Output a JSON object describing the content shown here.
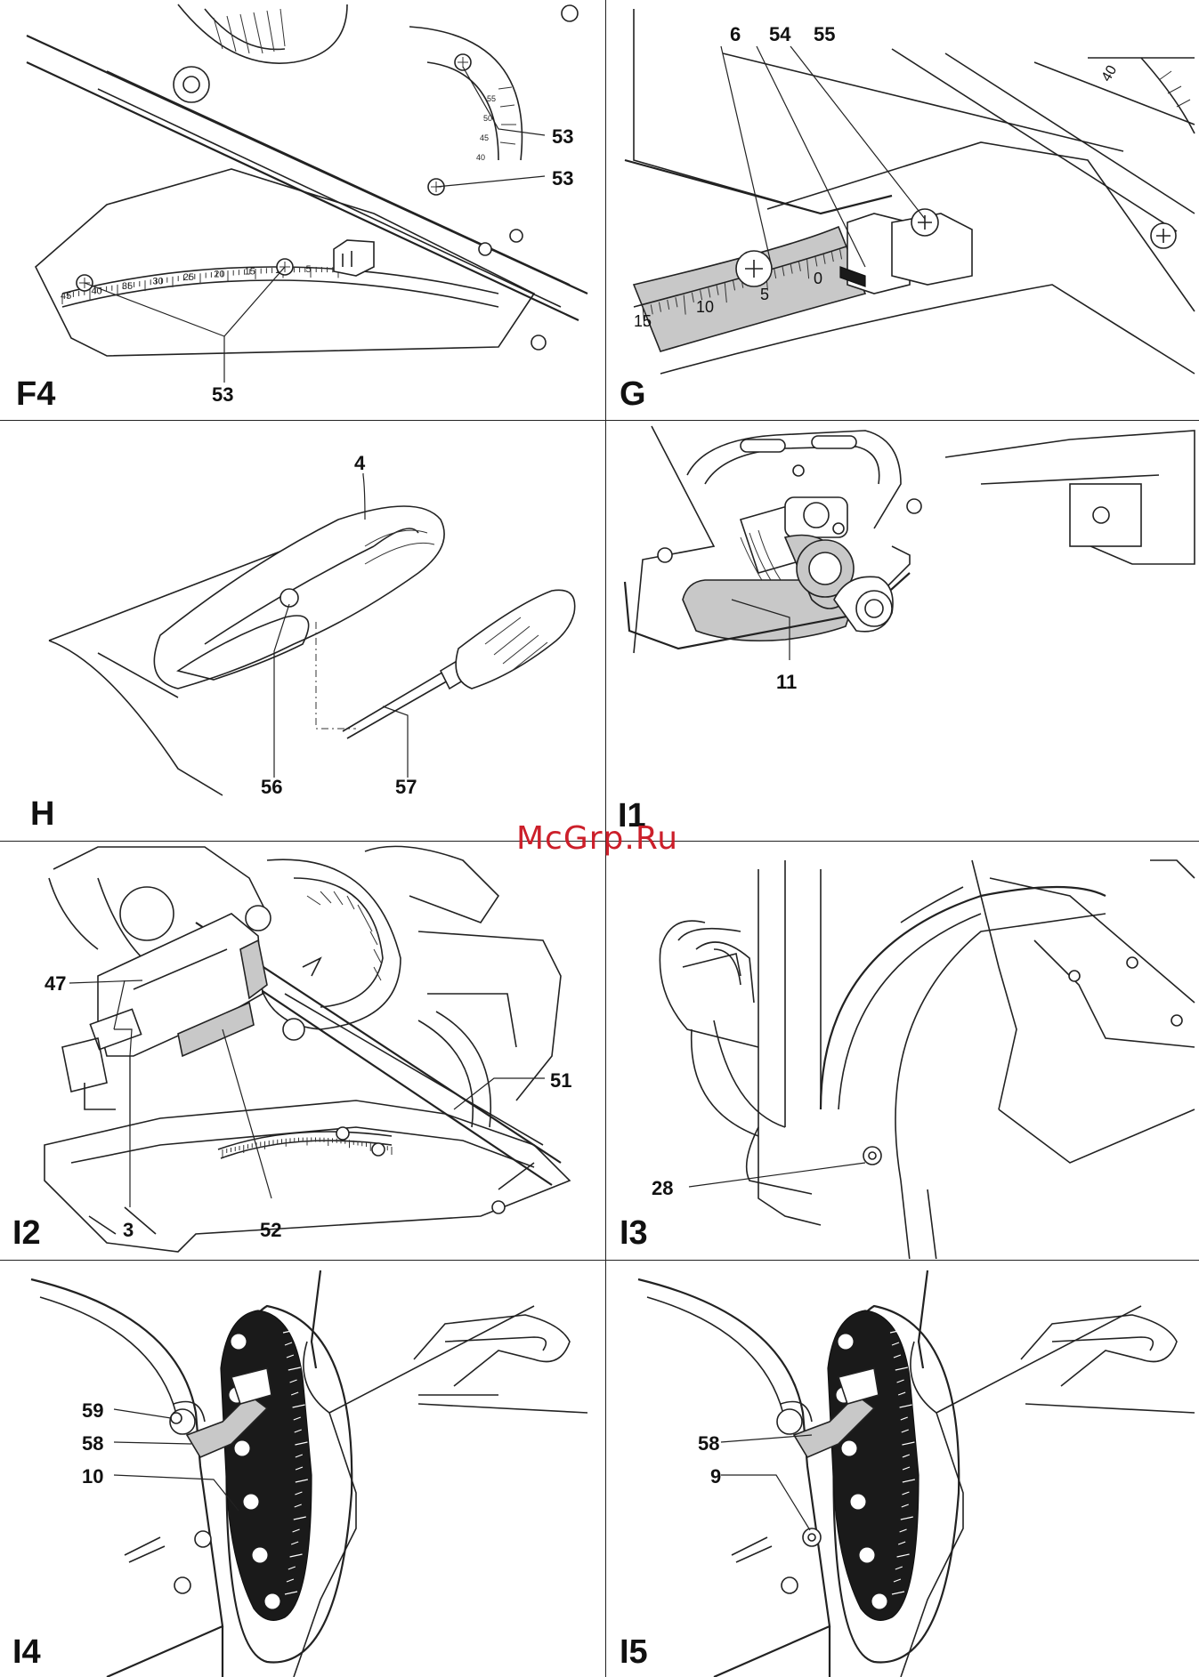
{
  "watermark": "McGrp.Ru",
  "figures": [
    {
      "id": "F4",
      "label": "F4",
      "callouts": [
        "53",
        "53",
        "53"
      ]
    },
    {
      "id": "G",
      "label": "G",
      "callouts": [
        "6",
        "54",
        "55"
      ],
      "scale": [
        "15",
        "10",
        "5",
        "0"
      ],
      "scale_top": "40"
    },
    {
      "id": "H",
      "label": "H",
      "callouts": [
        "4",
        "56",
        "57"
      ]
    },
    {
      "id": "I1",
      "label": "I1",
      "callouts": [
        "11"
      ]
    },
    {
      "id": "I2",
      "label": "I2",
      "callouts": [
        "47",
        "51",
        "3",
        "52"
      ]
    },
    {
      "id": "I3",
      "label": "I3",
      "callouts": [
        "28"
      ]
    },
    {
      "id": "I4",
      "label": "I4",
      "callouts": [
        "59",
        "58",
        "10"
      ]
    },
    {
      "id": "I5",
      "label": "I5",
      "callouts": [
        "58",
        "9"
      ]
    }
  ],
  "f4_scale": [
    "45",
    "40",
    "35",
    "30",
    "25",
    "20",
    "15",
    "10",
    "5"
  ],
  "f4_arc_scale": [
    "40",
    "45",
    "50",
    "55"
  ],
  "colors": {
    "line": "#222222",
    "shade": "#c8c8c8",
    "watermark": "#cc1f2a"
  }
}
